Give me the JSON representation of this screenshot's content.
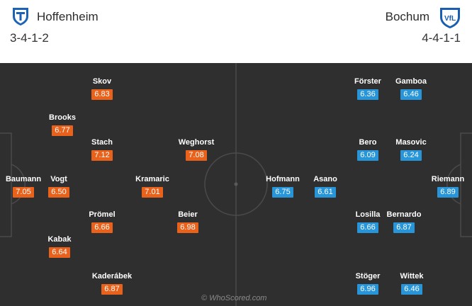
{
  "home": {
    "name": "Hoffenheim",
    "formation": "3-4-1-2",
    "color": "#e9621c",
    "crest_icon": "hoffenheim-crest-icon",
    "players": [
      {
        "name": "Baumann",
        "rating": "7.05"
      },
      {
        "name": "Brooks",
        "rating": "6.77"
      },
      {
        "name": "Vogt",
        "rating": "6.50"
      },
      {
        "name": "Kabak",
        "rating": "6.64"
      },
      {
        "name": "Skov",
        "rating": "6.83"
      },
      {
        "name": "Stach",
        "rating": "7.12"
      },
      {
        "name": "Prömel",
        "rating": "6.66"
      },
      {
        "name": "Kaderábek",
        "rating": "6.87"
      },
      {
        "name": "Kramaric",
        "rating": "7.01"
      },
      {
        "name": "Weghorst",
        "rating": "7.08"
      },
      {
        "name": "Beier",
        "rating": "6.98"
      }
    ]
  },
  "away": {
    "name": "Bochum",
    "formation": "4-4-1-1",
    "color": "#2795d7",
    "crest_icon": "bochum-crest-icon",
    "crest_text": "VfL",
    "players": [
      {
        "name": "Riemann",
        "rating": "6.89"
      },
      {
        "name": "Gamboa",
        "rating": "6.46"
      },
      {
        "name": "Masovic",
        "rating": "6.24"
      },
      {
        "name": "Bernardo",
        "rating": "6.87"
      },
      {
        "name": "Wittek",
        "rating": "6.46"
      },
      {
        "name": "Förster",
        "rating": "6.36"
      },
      {
        "name": "Bero",
        "rating": "6.09"
      },
      {
        "name": "Losilla",
        "rating": "6.66"
      },
      {
        "name": "Stöger",
        "rating": "6.96"
      },
      {
        "name": "Asano",
        "rating": "6.61"
      },
      {
        "name": "Hofmann",
        "rating": "6.75"
      }
    ]
  },
  "watermark": "© WhoScored.com"
}
